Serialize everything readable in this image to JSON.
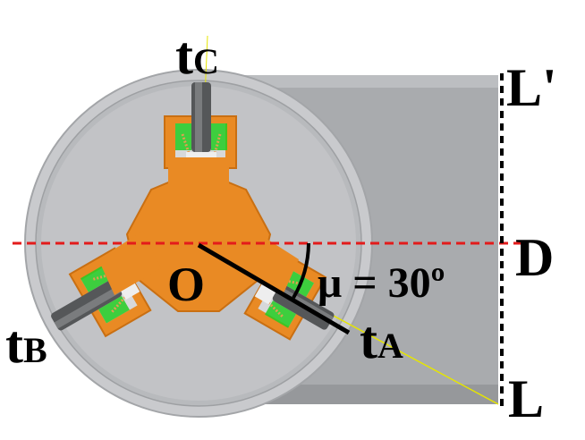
{
  "labels": {
    "tc": {
      "main": "t",
      "sub": "C"
    },
    "tb": {
      "main": "t",
      "sub": "B"
    },
    "ta": {
      "main": "t",
      "sub": "A"
    },
    "l_prime": "L'",
    "d": "D",
    "l": "L",
    "o": "O",
    "angle": "μ = 30º"
  },
  "colors": {
    "pipe_fill": "#a9abae",
    "pipe_edge": "#8f9194",
    "ring_outer": "#c9cacd",
    "ring_inner": "#b8babd",
    "inner_disc": "#c2c3c6",
    "body_orange": "#e98a24",
    "orange_dark": "#c96f12",
    "spring": "#e0a050",
    "green": "#22cc22",
    "wheel": "#555759",
    "reference_line": "#e31b1b",
    "ta_line": "#000000",
    "yellow": "#e6e600"
  },
  "icons": {
    "robot": "pipe-crawler-robot-icon"
  }
}
